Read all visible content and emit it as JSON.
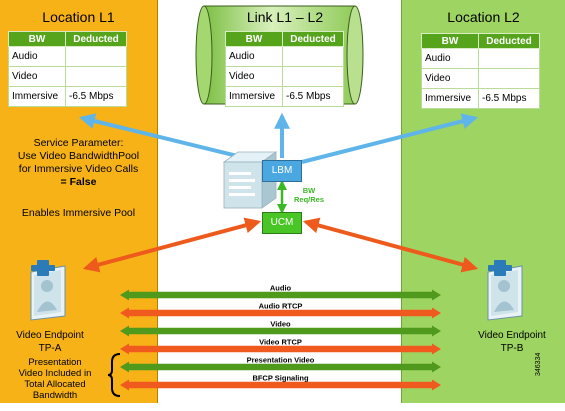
{
  "location_l1": {
    "title": "Location L1",
    "table": {
      "headers": [
        "BW",
        "Deducted"
      ],
      "rows": [
        [
          "Audio",
          ""
        ],
        [
          "Video",
          ""
        ],
        [
          "Immersive",
          "-6.5 Mbps"
        ]
      ]
    },
    "service_parameter_lines": [
      "Service Parameter:",
      "Use Video BandwidthPool",
      "for Immersive Video Calls"
    ],
    "service_parameter_value": "= False",
    "enables_text": "Enables Immersive Pool",
    "endpoint_label_line1": "Video Endpoint",
    "endpoint_label_line2": "TP-A"
  },
  "link": {
    "title": "Link L1 – L2",
    "table": {
      "headers": [
        "BW",
        "Deducted"
      ],
      "rows": [
        [
          "Audio",
          ""
        ],
        [
          "Video",
          ""
        ],
        [
          "Immersive",
          "-6.5 Mbps"
        ]
      ]
    }
  },
  "location_l2": {
    "title": "Location L2",
    "table": {
      "headers": [
        "BW",
        "Deducted"
      ],
      "rows": [
        [
          "Audio",
          ""
        ],
        [
          "Video",
          ""
        ],
        [
          "Immersive",
          "-6.5 Mbps"
        ]
      ]
    },
    "endpoint_label_line1": "Video Endpoint",
    "endpoint_label_line2": "TP-B"
  },
  "server": {
    "lbm_label": "LBM",
    "ucm_label": "UCM",
    "bw_label_line1": "BW",
    "bw_label_line2": "Req/Res"
  },
  "flows": [
    {
      "label": "Audio",
      "color": "#4f9a1c"
    },
    {
      "label": "Audio RTCP",
      "color": "#f05a1e"
    },
    {
      "label": "Video",
      "color": "#4f9a1c"
    },
    {
      "label": "Video RTCP",
      "color": "#f05a1e"
    },
    {
      "label": "Presentation Video",
      "color": "#4f9a1c"
    },
    {
      "label": "BFCP Signaling",
      "color": "#f05a1e"
    }
  ],
  "presentation_note": [
    "Presentation",
    "Video Included in",
    "Total Allocated",
    "Bandwidth"
  ],
  "figure_id": "346334",
  "colors": {
    "location_l1_bg": "#f7b218",
    "location_l2_bg": "#9ed462",
    "link_bg": "#a4d770",
    "signal_blue": "#5fb4ea",
    "signal_orange": "#ee5a1c",
    "bw_green": "#3cb826",
    "table_header": "#55a41c"
  }
}
